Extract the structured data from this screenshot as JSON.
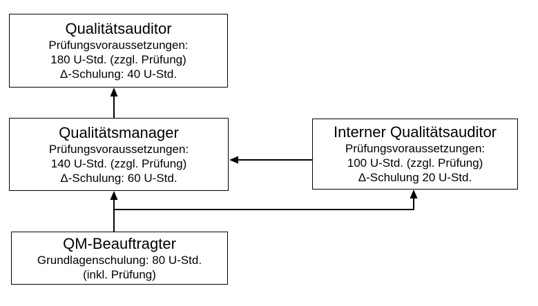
{
  "diagram": {
    "background_color": "#ffffff",
    "line_color": "#000000",
    "box_background": "#ffffff",
    "nodes": [
      {
        "id": "qualitaetsauditor",
        "title": "Qualitätsauditor",
        "lines": [
          "Prüfungsvoraussetzungen:",
          "180 U-Std. (zzgl. Prüfung)",
          "Δ-Schulung: 40 U-Std."
        ]
      },
      {
        "id": "qualitaetsmanager",
        "title": "Qualitätsmanager",
        "lines": [
          "Prüfungsvoraussetzungen:",
          "140 U-Std. (zzgl. Prüfung)",
          "Δ-Schulung: 60 U-Std."
        ]
      },
      {
        "id": "interner-qualitaetsauditor",
        "title": "Interner Qualitätsauditor",
        "lines": [
          "Prüfungsvoraussetzungen:",
          "100 U-Std. (zzgl. Prüfung)",
          "Δ-Schulung 20 U-Std."
        ]
      },
      {
        "id": "qm-beauftragter",
        "title": "QM-Beauftragter",
        "lines": [
          "Grundlagenschulung: 80 U-Std.",
          "(inkl. Prüfung)"
        ]
      }
    ],
    "edges": [
      {
        "from": "qualitaetsmanager",
        "to": "qualitaetsauditor",
        "direction": "up"
      },
      {
        "from": "interner-qualitaetsauditor",
        "to": "qualitaetsmanager",
        "direction": "left"
      },
      {
        "from": "qm-beauftragter",
        "to": "qualitaetsmanager",
        "direction": "up"
      },
      {
        "from": "qm-beauftragter",
        "to": "interner-qualitaetsauditor",
        "direction": "right-up"
      }
    ]
  }
}
